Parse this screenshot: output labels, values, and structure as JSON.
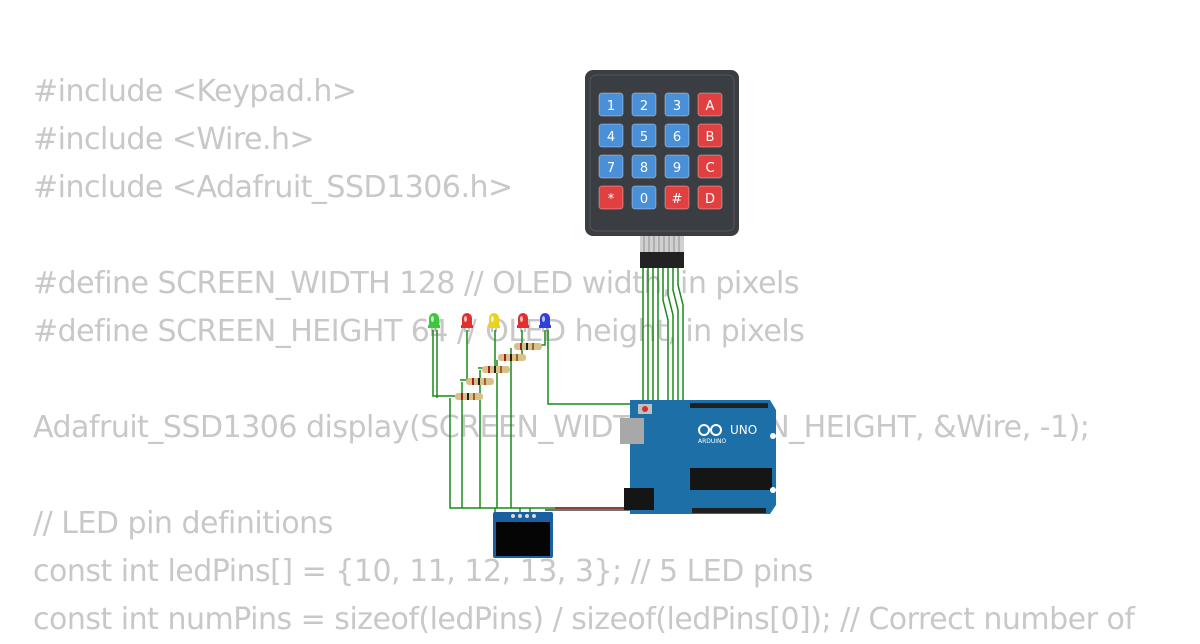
{
  "code_lines": [
    "#include <Keypad.h>",
    "#include <Wire.h>",
    "#include <Adafruit_SSD1306.h>",
    "",
    "#define SCREEN_WIDTH 128 // OLED width, in pixels",
    "#define SCREEN_HEIGHT 64 // OLED height, in pixels",
    "",
    "Adafruit_SSD1306 display(SCREEN_WIDTH, SCREEN_HEIGHT, &Wire, -1);",
    "",
    "// LED pin definitions",
    "const int ledPins[] = {10, 11, 12, 13, 3}; // 5 LED pins",
    "const int numPins = sizeof(ledPins) / sizeof(ledPins[0]); // Correct number of"
  ],
  "keypad": {
    "keys": [
      "1",
      "2",
      "3",
      "A",
      "4",
      "5",
      "6",
      "B",
      "7",
      "8",
      "9",
      "C",
      "*",
      "0",
      "#",
      "D"
    ],
    "digit_color": "#4a90d9",
    "letter_color": "#e04040",
    "body_color": "#3a3d42"
  },
  "leds": [
    {
      "color": "#3cc83c"
    },
    {
      "color": "#e03030"
    },
    {
      "color": "#e8d420"
    },
    {
      "color": "#e03030"
    },
    {
      "color": "#3040e0"
    }
  ],
  "arduino": {
    "model": "UNO",
    "brand": "ARDUINO",
    "board_color": "#1d6fa8"
  },
  "wire_color": "#1a8a1a"
}
